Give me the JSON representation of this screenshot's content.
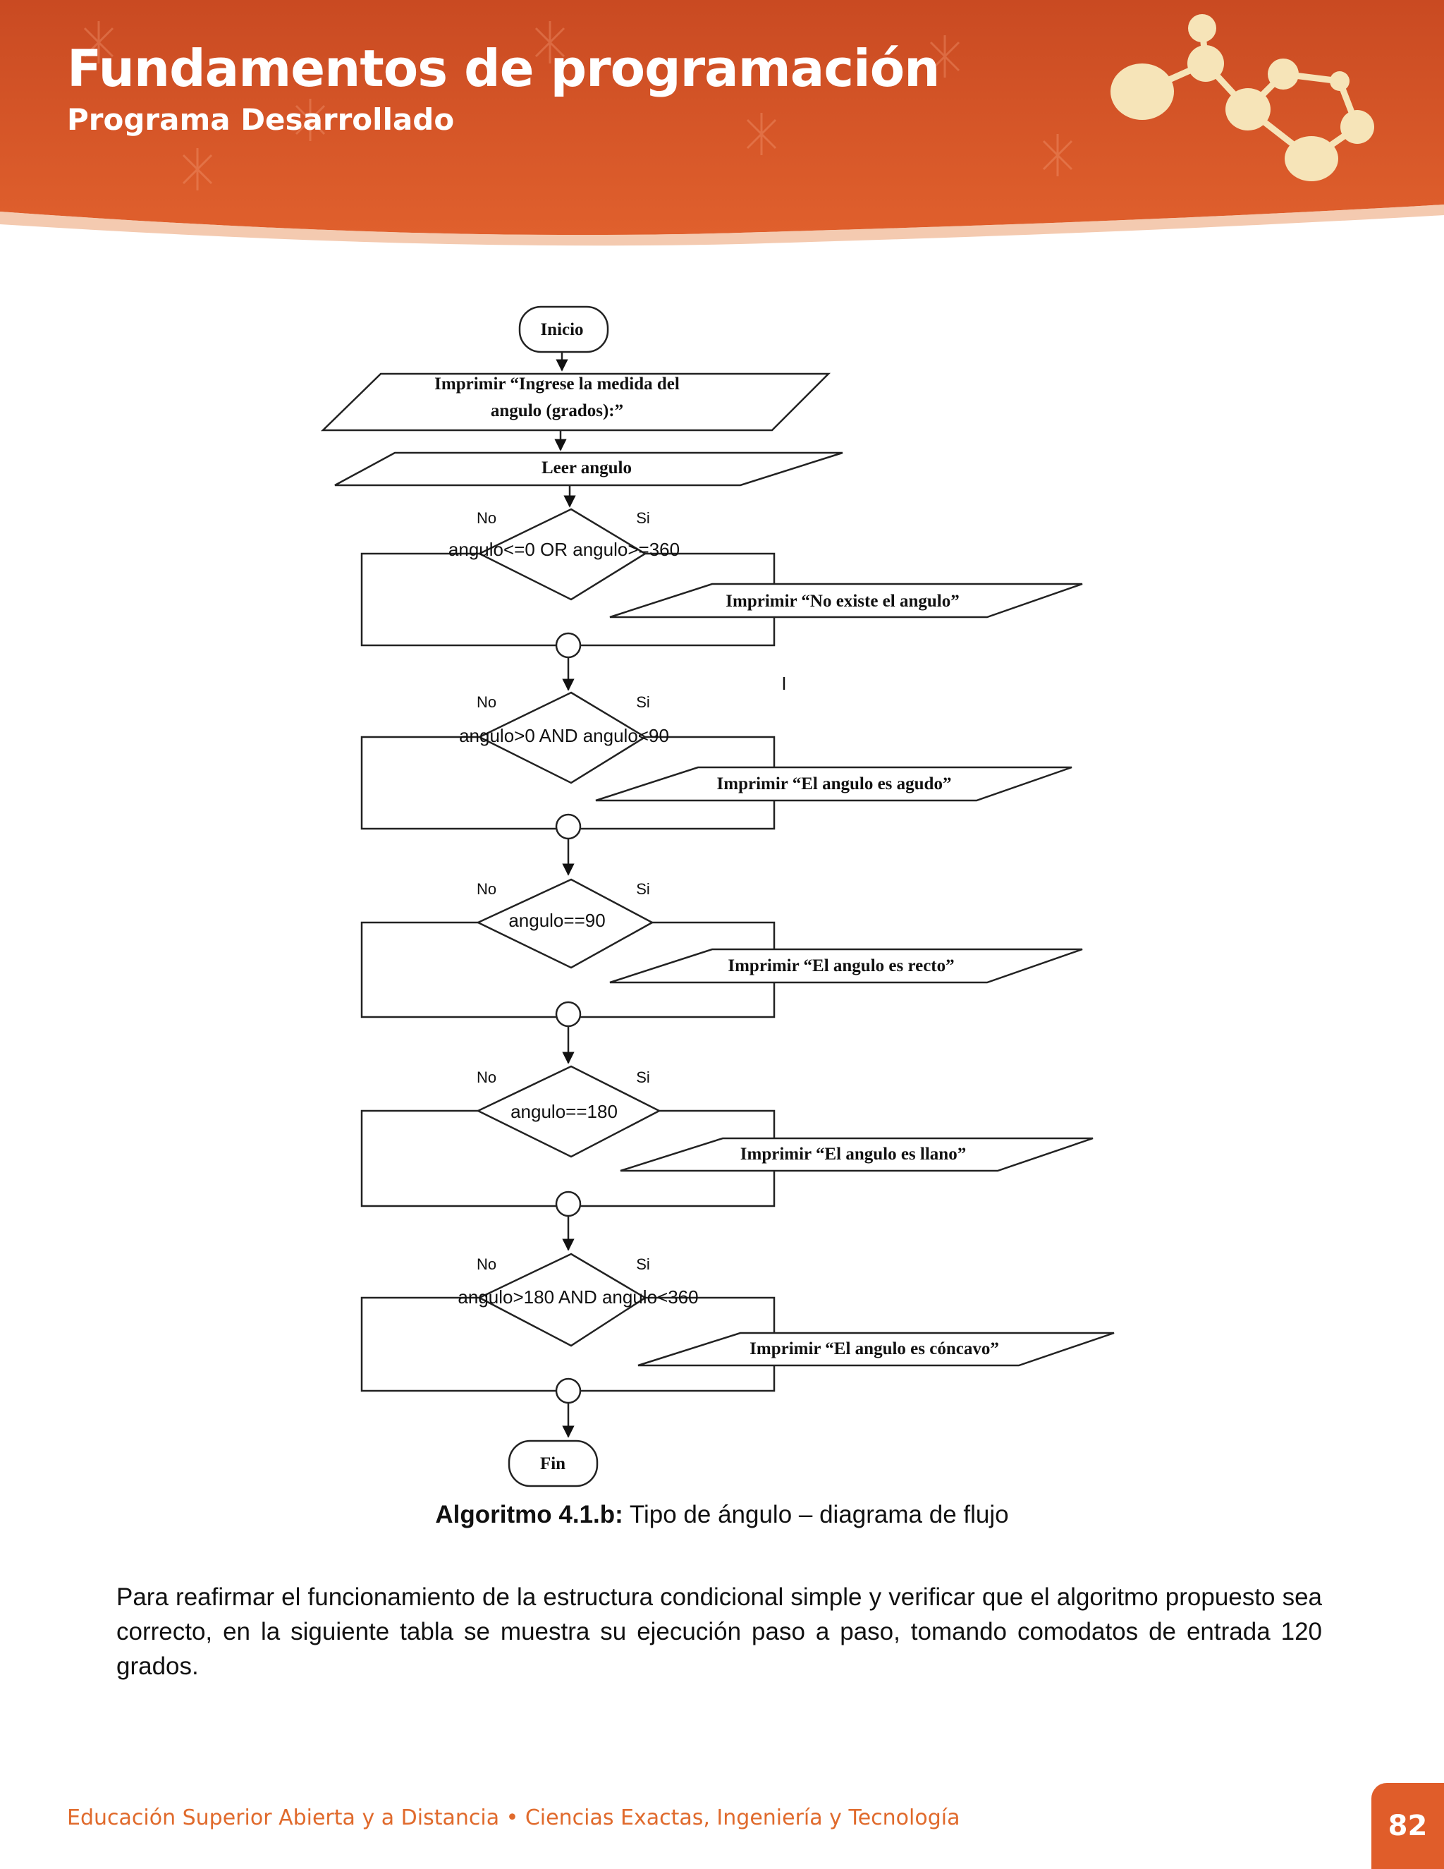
{
  "header": {
    "title": "Fundamentos de programación",
    "subtitle": "Programa Desarrollado",
    "colors": {
      "banner": "#d8562a",
      "banner_dark": "#b94420",
      "molecule": "#f6e4b8"
    },
    "logo_icon": "molecule-icon"
  },
  "flowchart": {
    "start": "Inicio",
    "print_prompt": [
      "Imprimir “Ingrese la medida del",
      "angulo (grados):”"
    ],
    "read": "Leer  angulo",
    "branch_no": "No",
    "branch_si": "Si",
    "decisions": [
      {
        "condition": "angulo<=0 OR angulo>=360",
        "action": "Imprimir “No existe el angulo”"
      },
      {
        "condition": "angulo>0 AND angulo<90",
        "action": "Imprimir “El angulo es agudo”"
      },
      {
        "condition": "angulo==90",
        "action": "Imprimir “El angulo es recto”"
      },
      {
        "condition": "angulo==180",
        "action": "Imprimir “El angulo es llano”"
      },
      {
        "condition": "angulo>180 AND angulo<360",
        "action": "Imprimir “El angulo es cóncavo”"
      }
    ],
    "stray_mark": "I",
    "end": "Fin"
  },
  "caption": {
    "lead": "Algoritmo 4.1.b:",
    "text": " Tipo de ángulo – diagrama de flujo"
  },
  "paragraph": "Para reafirmar el funcionamiento de la estructura condicional simple y verificar que el algoritmo propuesto sea correcto, en la siguiente tabla se muestra su ejecución paso a paso, tomando comodatos de entrada 120 grados.",
  "footer": {
    "text": "Educación Superior Abierta y a Distancia • Ciencias Exactas, Ingeniería y Tecnología",
    "page_number": "82",
    "accent": "#e05d2a"
  }
}
